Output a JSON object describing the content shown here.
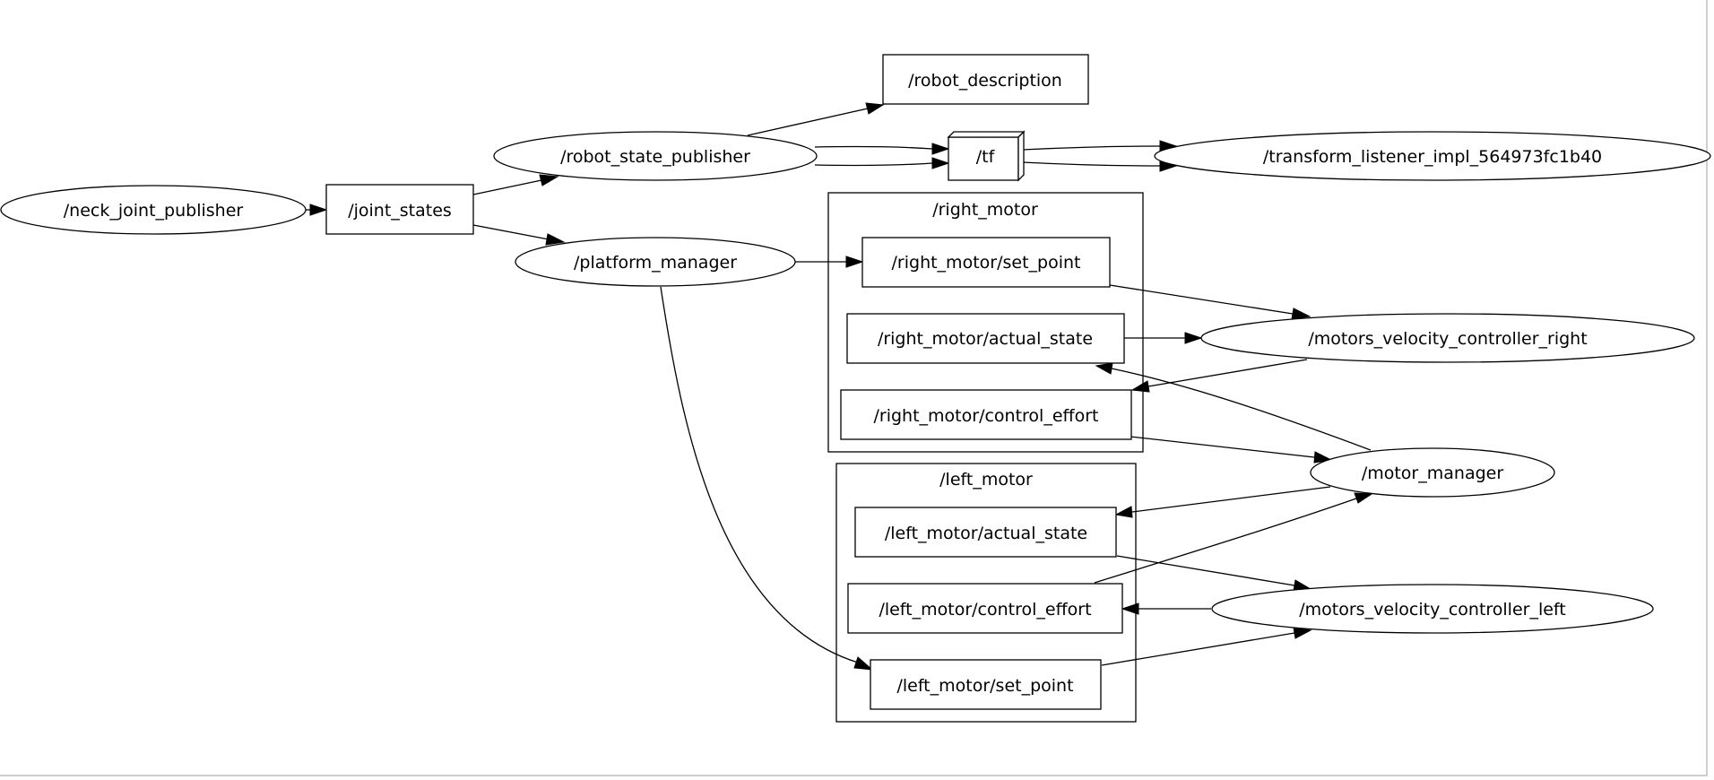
{
  "graph": {
    "clusters": {
      "right_motor": "/right_motor",
      "left_motor": "/left_motor"
    },
    "nodes": {
      "neck_joint_publisher": "/neck_joint_publisher",
      "joint_states": "/joint_states",
      "robot_state_publisher": "/robot_state_publisher",
      "robot_description": "/robot_description",
      "tf": "/tf",
      "transform_listener": "/transform_listener_impl_564973fc1b40",
      "platform_manager": "/platform_manager",
      "right_motor_set_point": "/right_motor/set_point",
      "right_motor_actual_state": "/right_motor/actual_state",
      "right_motor_control_effort": "/right_motor/control_effort",
      "motors_velocity_controller_right": "/motors_velocity_controller_right",
      "motor_manager": "/motor_manager",
      "left_motor_actual_state": "/left_motor/actual_state",
      "left_motor_control_effort": "/left_motor/control_effort",
      "motors_velocity_controller_left": "/motors_velocity_controller_left",
      "left_motor_set_point": "/left_motor/set_point"
    },
    "edges": [
      {
        "from": "neck_joint_publisher",
        "to": "joint_states"
      },
      {
        "from": "joint_states",
        "to": "robot_state_publisher"
      },
      {
        "from": "joint_states",
        "to": "platform_manager"
      },
      {
        "from": "robot_state_publisher",
        "to": "robot_description"
      },
      {
        "from": "robot_state_publisher",
        "to": "tf"
      },
      {
        "from": "robot_state_publisher",
        "to": "tf"
      },
      {
        "from": "tf",
        "to": "transform_listener"
      },
      {
        "from": "tf",
        "to": "transform_listener"
      },
      {
        "from": "platform_manager",
        "to": "right_motor_set_point"
      },
      {
        "from": "platform_manager",
        "to": "left_motor_set_point"
      },
      {
        "from": "right_motor_set_point",
        "to": "motors_velocity_controller_right"
      },
      {
        "from": "right_motor_actual_state",
        "to": "motors_velocity_controller_right"
      },
      {
        "from": "motors_velocity_controller_right",
        "to": "right_motor_control_effort"
      },
      {
        "from": "right_motor_control_effort",
        "to": "motor_manager"
      },
      {
        "from": "motor_manager",
        "to": "right_motor_actual_state"
      },
      {
        "from": "motor_manager",
        "to": "left_motor_actual_state"
      },
      {
        "from": "left_motor_control_effort",
        "to": "motor_manager"
      },
      {
        "from": "left_motor_actual_state",
        "to": "motors_velocity_controller_left"
      },
      {
        "from": "motors_velocity_controller_left",
        "to": "left_motor_control_effort"
      },
      {
        "from": "left_motor_set_point",
        "to": "motors_velocity_controller_left"
      }
    ]
  }
}
